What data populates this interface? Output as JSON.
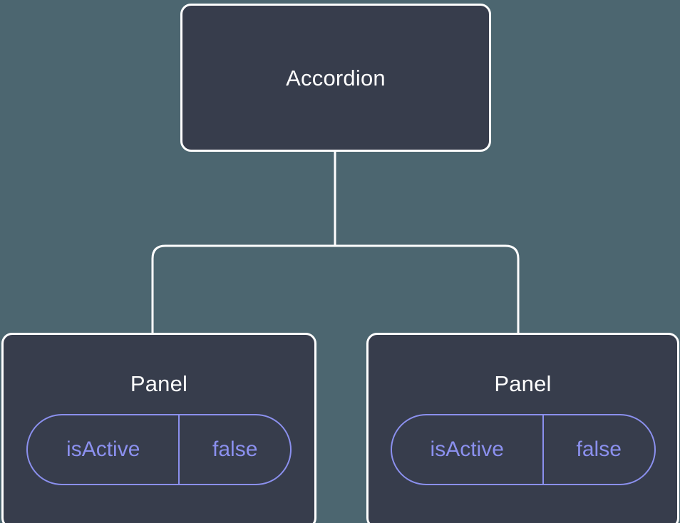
{
  "diagram": {
    "type": "component-tree",
    "background_color": "#4c6670",
    "node_fill_color": "#373d4c",
    "node_border_color": "#ffffff",
    "edge_color": "#ffffff",
    "accent_color": "#8b90ee",
    "root": {
      "title": "Accordion"
    },
    "children": [
      {
        "title": "Panel",
        "state": {
          "key": "isActive",
          "value": "false"
        }
      },
      {
        "title": "Panel",
        "state": {
          "key": "isActive",
          "value": "false"
        }
      }
    ]
  }
}
